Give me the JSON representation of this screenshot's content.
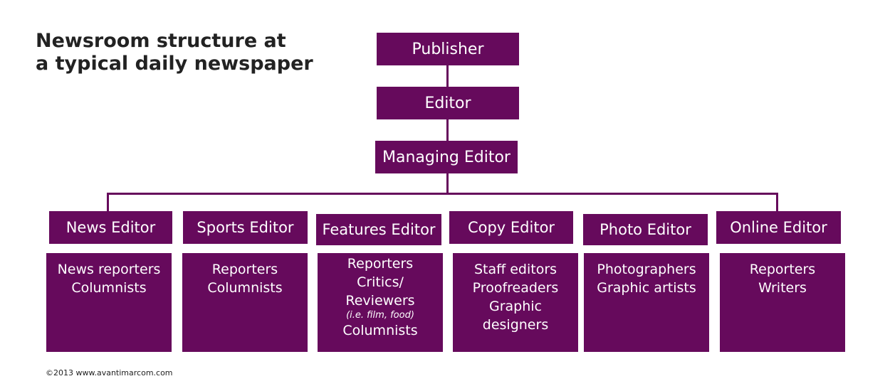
{
  "title": {
    "line1": "Newsroom structure at",
    "line2": "a typical daily newspaper"
  },
  "hierarchy": {
    "publisher": "Publisher",
    "editor": "Editor",
    "managing_editor": "Managing Editor"
  },
  "departments": [
    {
      "editor": "News Editor",
      "staff": [
        "News reporters",
        "Columnists"
      ]
    },
    {
      "editor": "Sports Editor",
      "staff": [
        "Reporters",
        "Columnists"
      ]
    },
    {
      "editor": "Features Editor",
      "staff": [
        "Reporters",
        "Critics/",
        "Reviewers",
        "(i.e. film, food)",
        "Columnists"
      ]
    },
    {
      "editor": "Copy Editor",
      "staff": [
        "Staff editors",
        "Proofreaders",
        "Graphic",
        "designers"
      ]
    },
    {
      "editor": "Photo Editor",
      "staff": [
        "Photographers",
        "Graphic artists"
      ]
    },
    {
      "editor": "Online Editor",
      "staff": [
        "Reporters",
        "Writers"
      ]
    }
  ],
  "footer": "©2013 www.avantimarcom.com",
  "colors": {
    "box_fill": "#660a5c",
    "box_text": "#ffffff",
    "title_text": "#222222"
  }
}
